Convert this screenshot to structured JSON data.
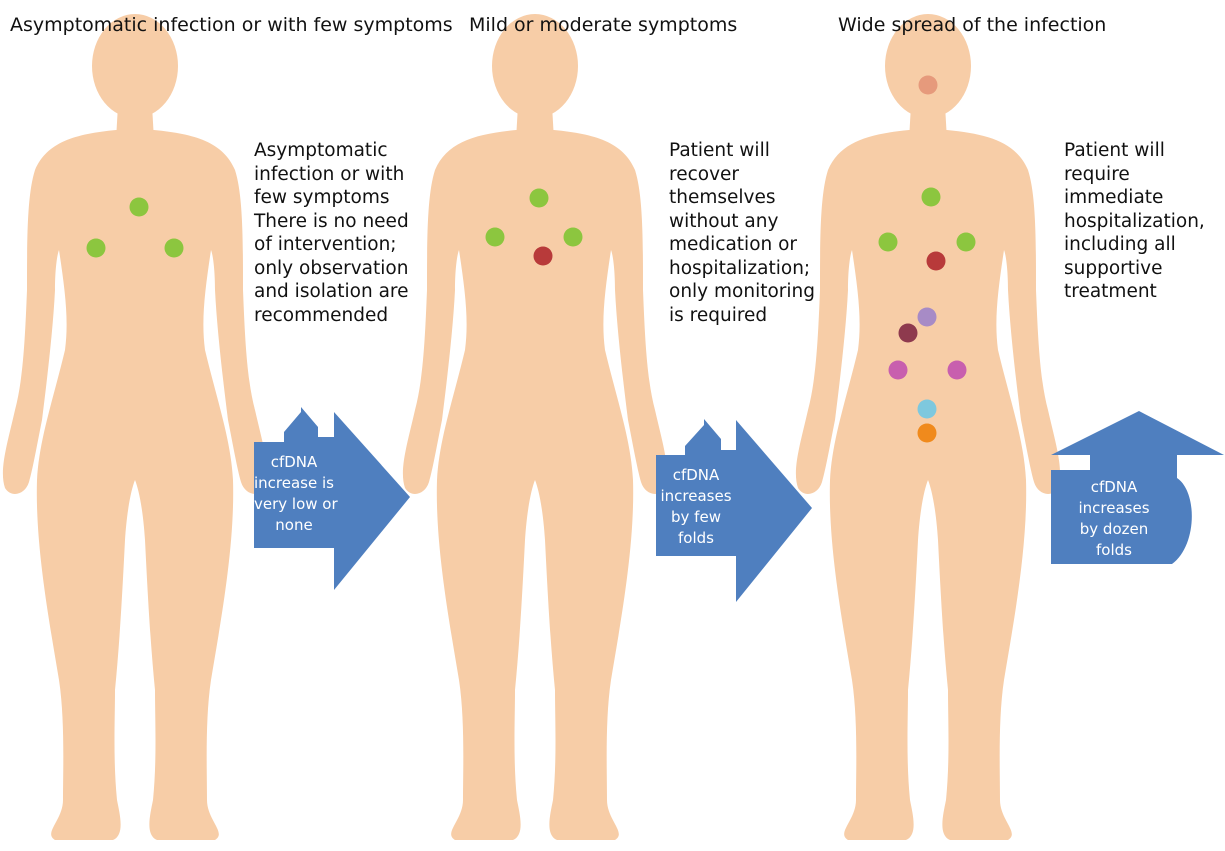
{
  "colors": {
    "skin": "#F7CDA7",
    "arrow": "#4F7FBF",
    "arrow_text": "#ffffff",
    "marker_green": "#8CC63F",
    "marker_red": "#B83A3A",
    "marker_maroon": "#8E3A4E",
    "marker_purple": "#A78BC6",
    "marker_magenta": "#C85FAE",
    "marker_cyan": "#7EC8DE",
    "marker_orange": "#F08A1C",
    "marker_salmon": "#E69A7C"
  },
  "stages": [
    {
      "title": "Asymptomatic infection or with few symptoms",
      "description": [
        "Asymptomatic",
        "infection or with",
        "few symptoms",
        "There is no need",
        "of intervention;",
        "only observation",
        "and isolation are",
        "recommended"
      ],
      "arrow_icon": "right-arrow-icon",
      "arrow_text": [
        "cfDNA",
        "increase is",
        "very low or",
        "none"
      ]
    },
    {
      "title": "Mild or moderate symptoms",
      "description": [
        "Patient will",
        "recover",
        "themselves",
        "without any",
        "medication or",
        "hospitalization;",
        "only monitoring",
        "is required"
      ],
      "arrow_icon": "right-arrow-icon",
      "arrow_text": [
        "cfDNA",
        "increases",
        "by few",
        "folds"
      ]
    },
    {
      "title": "Wide spread of the infection",
      "description": [
        "Patient will",
        "require",
        "immediate",
        "hospitalization,",
        "including all",
        "supportive",
        "treatment"
      ],
      "arrow_icon": "curved-up-arrow-icon",
      "arrow_text": [
        "cfDNA",
        "increases",
        "by dozen",
        "folds"
      ]
    }
  ]
}
